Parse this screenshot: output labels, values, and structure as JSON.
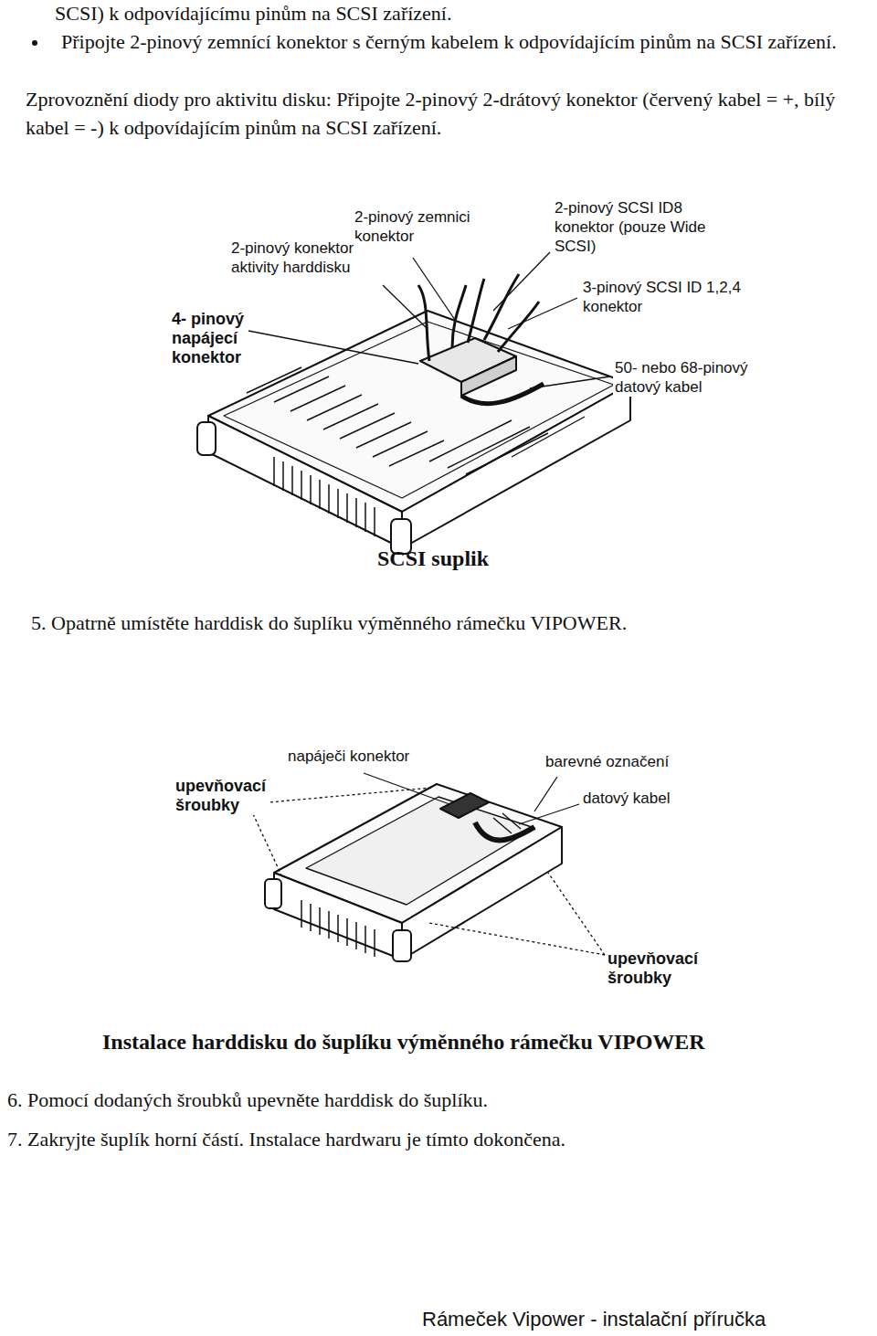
{
  "diagram": {
    "labels": [
      "SCSI) k odpovídajícímu pinům na SCSI zařízení.",
      "Připojte 2-pinový zemnící konektor s černým kabelem k odpovídajícím pinům na SCSI zařízení.",
      "Zprovoznění diody pro aktivitu disku: Připojte 2-pinový 2-drátový konektor (červený kabel = +, bílý kabel = -) k odpovídajícím pinům na SCSI zařízení.",
      "2-pinový zemnici konektor",
      "2-pinový SCSI ID8 konektor (pouze Wide SCSI)",
      "2-pinový konektor aktivity harddisku",
      "4- pinový napájecí konektor",
      "3-pinový SCSI ID 1,2,4 konektor",
      "50- nebo 68-pinový datový kabel",
      "SCSI suplik",
      "5. Opatrně umístěte harddisk do šuplíku výměnného rámečku VIPOWER.",
      "napáječi konektor",
      "barevné označení",
      "upevňovací šroubky",
      "datový kabel",
      "upevňovací šroubky",
      "Instalace harddisku do šuplíku výměnného rámečku VIPOWER",
      "6. Pomocí dodaných šroubků upevněte harddisk do šuplíku.",
      "7. Zakryjte šuplík horní částí. Instalace hardwaru je tímto dokončena.",
      "Rámeček Vipower - instalační příručka"
    ]
  }
}
